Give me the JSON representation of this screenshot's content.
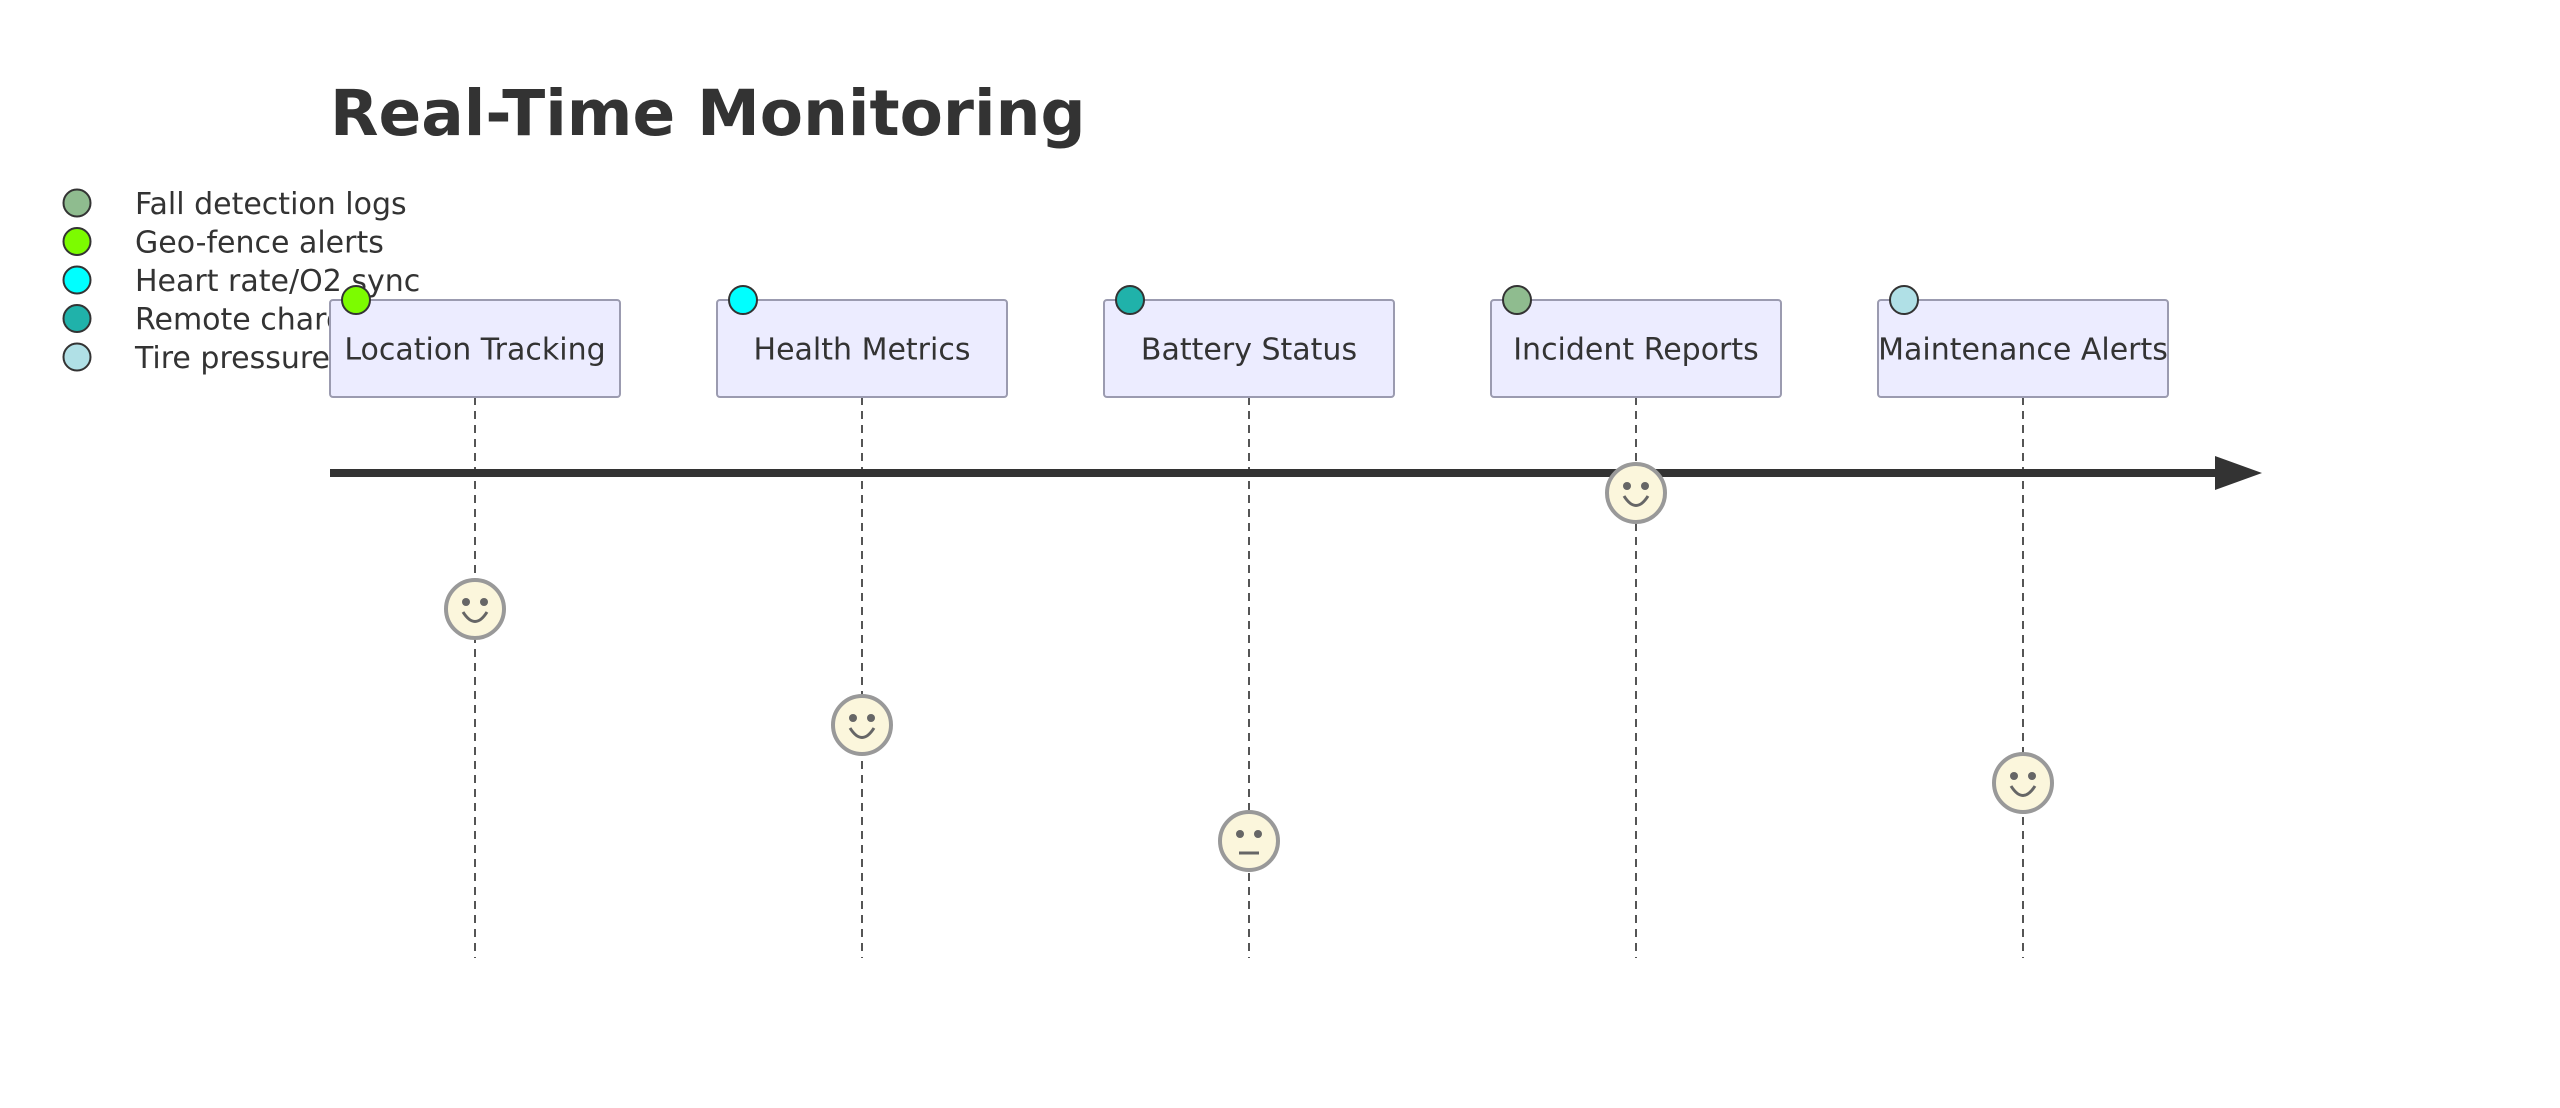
{
  "title": "Real-Time Monitoring",
  "legend": [
    {
      "label": "Fall detection logs",
      "color": "#8fbc8f"
    },
    {
      "label": "Geo-fence alerts",
      "color": "#7cfc00"
    },
    {
      "label": "Heart rate/O2 sync",
      "color": "#00ffff"
    },
    {
      "label": "Remote charging",
      "color": "#20b2aa"
    },
    {
      "label": "Tire pressure warnings",
      "color": "#b0e0e6"
    }
  ],
  "sections": [
    {
      "label": "Location Tracking",
      "dot_color": "#7cfc00",
      "mood": "happy",
      "score": 4
    },
    {
      "label": "Health Metrics",
      "dot_color": "#00ffff",
      "mood": "happy",
      "score": 3
    },
    {
      "label": "Battery Status",
      "dot_color": "#20b2aa",
      "mood": "neutral",
      "score": 2
    },
    {
      "label": "Incident Reports",
      "dot_color": "#8fbc8f",
      "mood": "happy",
      "score": 5
    },
    {
      "label": "Maintenance Alerts",
      "dot_color": "#b0e0e6",
      "mood": "happy",
      "score": 2.5
    }
  ]
}
